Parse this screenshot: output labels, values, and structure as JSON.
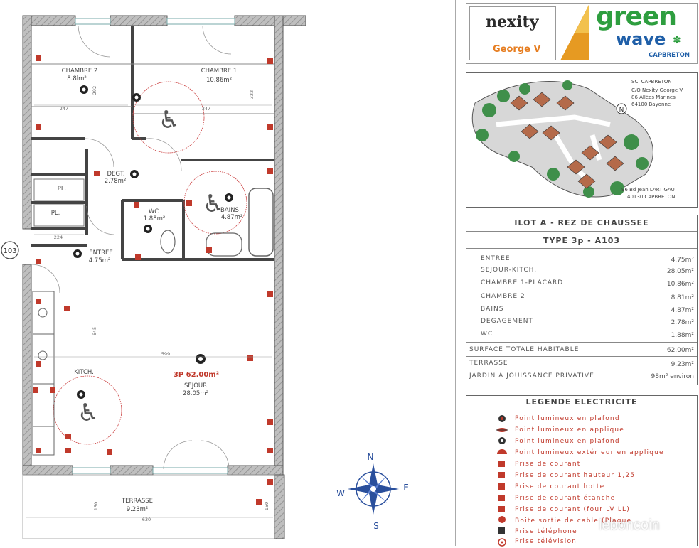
{
  "brand": {
    "nexity": "nexity",
    "nexity_sub": "George V",
    "green": "green",
    "wave": "wave",
    "city": "CAPBRETON"
  },
  "site": {
    "company": "SCI CAPBRETON",
    "address_1": "C/O Nexity George V",
    "address_2": "86 Allées Marines",
    "address_3": "64100 Bayonne",
    "site_address_1": "96 Bd Jean LARTIGAU",
    "site_address_2": "40130 CAPBRETON"
  },
  "lot": {
    "title": "ILOT A - REZ DE CHAUSSEE",
    "type": "TYPE 3p - A103"
  },
  "surfaces": [
    {
      "label": "ENTREE",
      "value": "4.75m²"
    },
    {
      "label": "SEJOUR-KITCH.",
      "value": "28.05m²"
    },
    {
      "label": "CHAMBRE 1-PLACARD",
      "value": "10.86m²"
    },
    {
      "label": "CHAMBRE 2",
      "value": "8.81m²"
    },
    {
      "label": "BAINS",
      "value": "4.87m²"
    },
    {
      "label": "DEGAGEMENT",
      "value": "2.78m²"
    },
    {
      "label": "WC",
      "value": "1.88m²"
    }
  ],
  "total": {
    "label": "SURFACE TOTALE HABITABLE",
    "value": "62.00m²"
  },
  "extras": [
    {
      "label": "TERRASSE",
      "value": "9.23m²"
    },
    {
      "label": "JARDIN A JOUISSANCE PRIVATIVE",
      "value": "98m² environ"
    }
  ],
  "legend": {
    "title": "LEGENDE ELECTRICITE",
    "items": [
      "Point lumineux en plafond",
      "Point lumineux en applique",
      "Point lumineux en plafond",
      "Point lumineux extérieur en applique",
      "Prise de courant",
      "Prise de courant hauteur 1,25",
      "Prise de courant hotte",
      "Prise de courant étanche",
      "Prise de courant (four LV LL)",
      "Boite sortie de cable (Plaque",
      "Prise téléphone",
      "Prise télévision"
    ]
  },
  "plan": {
    "unit_number": "103",
    "rooms": {
      "chambre2": "CHAMBRE 2",
      "chambre2_area": "8.8lm²",
      "chambre1": "CHAMBRE 1",
      "chambre1_area": "10.86m²",
      "degt": "DEGT.",
      "degt_area": "2.78m²",
      "wc": "WC",
      "wc_area": "1.88m²",
      "bains": "BAINS",
      "bains_area": "4.87m²",
      "entree": "ENTREE",
      "entree_area": "4.75m²",
      "kitch": "KITCH.",
      "sejour_type": "3P 62.00m²",
      "sejour": "SEJOUR",
      "sejour_area": "28.05m²",
      "terrasse": "TERRASSE",
      "terrasse_area": "9.23m²",
      "pl1": "PL.",
      "pl2": "PL."
    },
    "dims": {
      "d247a": "247",
      "d247b": "347",
      "d292": "292",
      "d322": "322",
      "d224": "224",
      "d645": "645",
      "d599": "599",
      "d150": "150",
      "d630": "630",
      "d150b": "150"
    }
  },
  "compass": {
    "n": "N",
    "s": "S",
    "e": "E",
    "w": "W"
  },
  "watermark": "leboncoin",
  "colors": {
    "red": "#c0392b",
    "green": "#2e9e3f",
    "orange": "#e67e22",
    "gray": "#666666"
  }
}
